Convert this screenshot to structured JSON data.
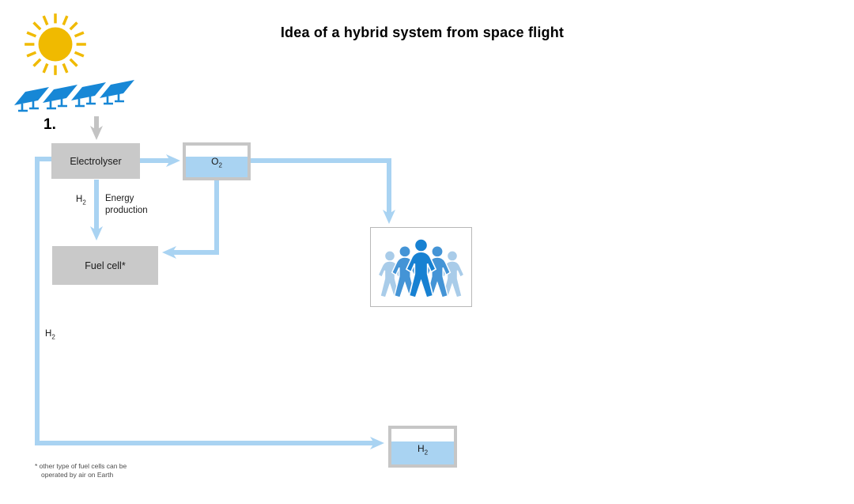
{
  "title": "Idea of a hybrid system from space flight",
  "step_number": "1.",
  "boxes": {
    "electrolyser": "Electrolyser",
    "fuel_cell": "Fuel cell*"
  },
  "tanks": {
    "o2": {
      "base": "O",
      "sub": "2"
    },
    "h2": {
      "base": "H",
      "sub": "2"
    }
  },
  "edge_labels": {
    "h2_to_fuel_cell": {
      "base": "H",
      "sub": "2"
    },
    "energy_production": "Energy production",
    "h2_loop": {
      "base": "H",
      "sub": "2"
    }
  },
  "footnote": {
    "line1": "* other type of fuel cells can be",
    "line2": "operated by air on Earth"
  },
  "icons": {
    "sun": "sun-icon",
    "solar_panels": "solar-panels-icon",
    "people": "people-group-icon"
  },
  "colors": {
    "line_blue": "#a9d3f2",
    "tank_fill_blue": "#a9d3f2",
    "box_gray": "#c9c9c9",
    "tank_border_gray": "#c6c6c6",
    "people_box_border": "#b8b8b8",
    "gray_arrow": "#c3c3c3",
    "sun_gold": "#f0ba00",
    "panel_blue": "#1787d6",
    "person_dark": "#1781d2",
    "person_mid": "#4494d6",
    "person_light": "#a9cce9",
    "text_dark": "#1a1a1a",
    "footnote_gray": "#4d4d4d"
  }
}
